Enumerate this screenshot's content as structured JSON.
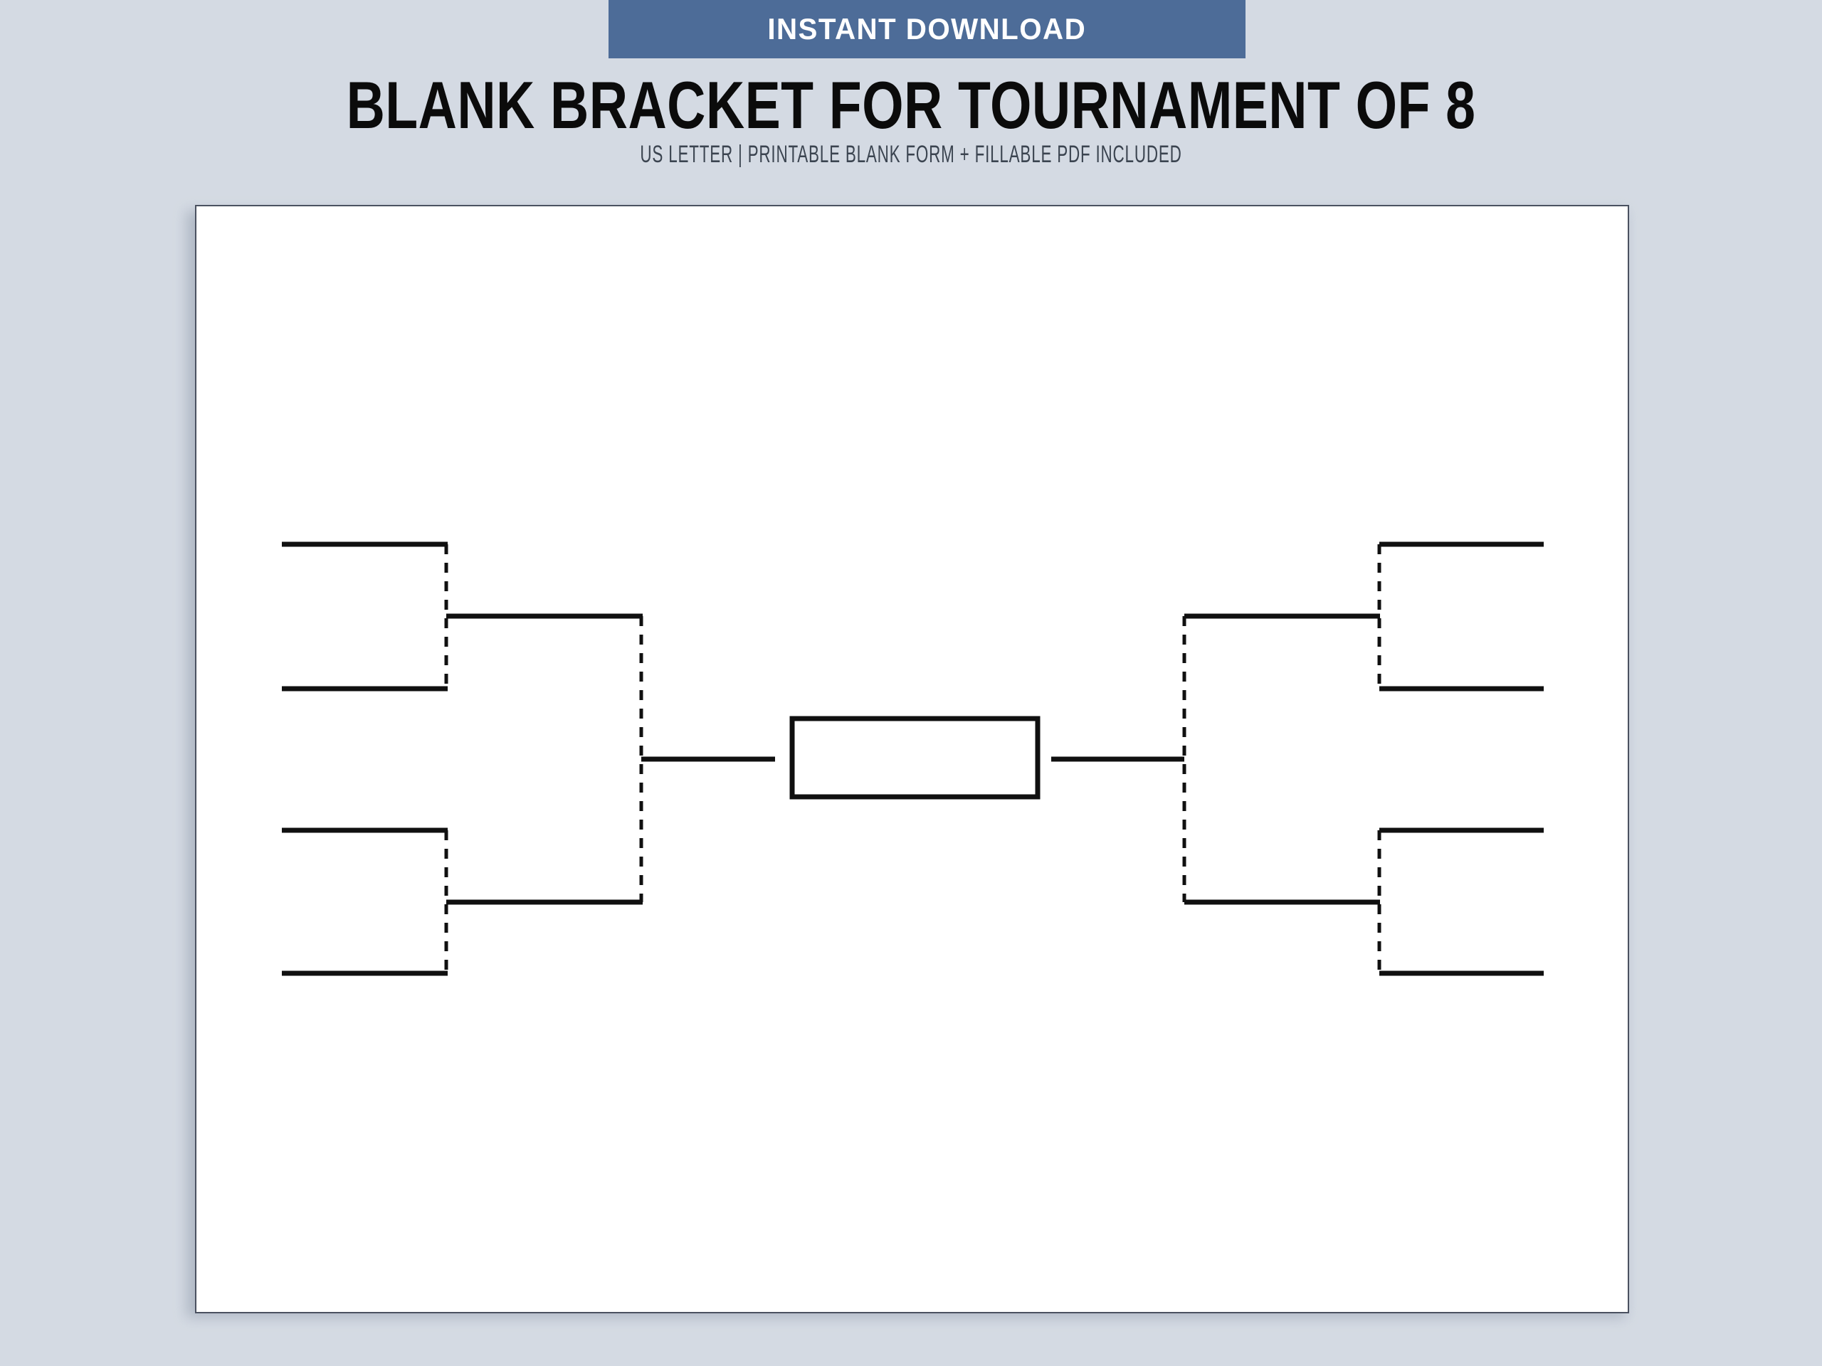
{
  "page": {
    "background_color": "#d4dae3",
    "paper_color": "#ffffff",
    "paper_border_color": "#4a5160",
    "ink_color": "#101010"
  },
  "header": {
    "badge": {
      "label": "INSTANT DOWNLOAD",
      "background_color": "#4d6c98",
      "text_color": "#ffffff"
    },
    "title": "BLANK BRACKET FOR TOURNAMENT OF 8",
    "subtitle": "US LETTER  | PRINTABLE BLANK FORM + FILLABLE PDF INCLUDED"
  },
  "bracket": {
    "type": "double-sided single-elimination",
    "team_count": 8,
    "rounds": 3,
    "final_slot_label": "",
    "left": {
      "round1_slots": [
        "",
        "",
        "",
        ""
      ],
      "round2_slots": [
        "",
        ""
      ]
    },
    "right": {
      "round1_slots": [
        "",
        "",
        "",
        ""
      ],
      "round2_slots": [
        "",
        ""
      ]
    },
    "champion_box": {
      "label": "",
      "filled": false
    }
  }
}
